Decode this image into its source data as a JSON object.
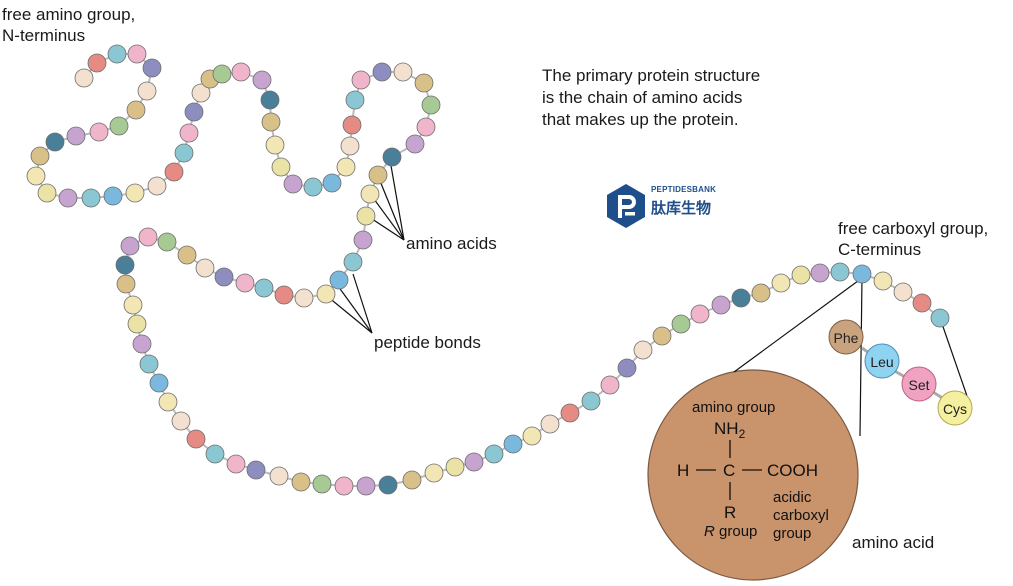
{
  "labels": {
    "n_terminus_line1": "free amino group,",
    "n_terminus_line2": "N-terminus",
    "description_line1": "The primary protein structure",
    "description_line2": "is the chain of amino acids",
    "description_line3": "that makes up the protein.",
    "amino_acids": "amino acids",
    "peptide_bonds": "peptide bonds",
    "c_terminus_line1": "free carboxyl group,",
    "c_terminus_line2": "C-terminus",
    "amino_acid": "amino acid"
  },
  "logo": {
    "wordmark": "PEPTIDESBANK",
    "chinese": "肽库生物",
    "color": "#1f4f8a"
  },
  "residues": [
    {
      "label": "Phe",
      "color": "#c9a27e"
    },
    {
      "label": "Leu",
      "color": "#8fd3f0"
    },
    {
      "label": "Set",
      "color": "#f0a3c0"
    },
    {
      "label": "Cys",
      "color": "#f5f0a0"
    }
  ],
  "detail": {
    "amino_group": "amino group",
    "nh": "NH",
    "nh_sub": "2",
    "h": "H",
    "c": "C",
    "cooh": "COOH",
    "r": "R",
    "r_group_italic": "R",
    "r_group_word": " group",
    "acidic_line1": "acidic",
    "acidic_line2": "carboxyl",
    "acidic_line3": "group",
    "fill": "#c9936c"
  },
  "bead_palette": [
    "#f3e0cf",
    "#4a7f9a",
    "#8bc7d2",
    "#a7c993",
    "#f3e6b5",
    "#8e8dc0",
    "#c7a4d0",
    "#e58b84",
    "#d9c089",
    "#7ab9dd",
    "#f0b5cb",
    "#eae3a5"
  ]
}
